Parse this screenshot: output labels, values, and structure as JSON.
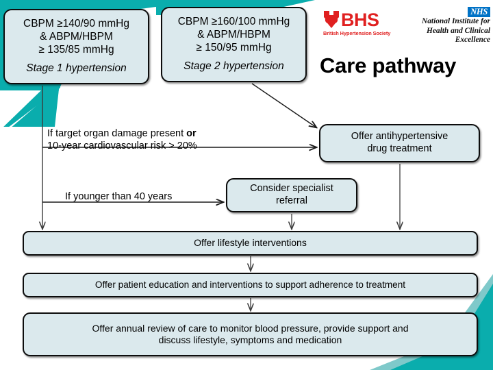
{
  "slide": {
    "title": "Care pathway",
    "theme": {
      "teal": "#0aadad",
      "teal_light": "#7fc9ca",
      "box_fill": "#dbe9ed",
      "box_border": "#0c0c0c",
      "nhs_blue": "#0072c6",
      "bhs_red": "#e02020"
    }
  },
  "logos": {
    "bhs": {
      "acronym": "BHS",
      "strapline": "British Hypertension Society"
    },
    "nice": {
      "nhs_badge": "NHS",
      "line1": "National Institute for",
      "line2": "Health and Clinical Excellence"
    }
  },
  "nodes": {
    "stage1": {
      "line1": "CBPM ≥140/90 mmHg",
      "line2": "& ABPM/HBPM",
      "line3": "≥ 135/85 mmHg",
      "label": "Stage 1 hypertension"
    },
    "stage2": {
      "line1": "CBPM ≥160/100 mmHg",
      "line2": "& ABPM/HBPM",
      "line3": "≥ 150/95 mmHg",
      "label": "Stage 2 hypertension"
    },
    "drug": {
      "line1": "Offer antihypertensive",
      "line2": "drug treatment"
    },
    "referral": {
      "line1": "Consider specialist",
      "line2": "referral"
    },
    "lifestyle": {
      "text": "Offer lifestyle interventions"
    },
    "education": {
      "text": "Offer patient education and interventions to support adherence to treatment"
    },
    "annual": {
      "line1": "Offer annual review of care to monitor blood pressure, provide support and",
      "line2": "discuss lifestyle, symptoms and medication"
    }
  },
  "branches": {
    "organ_damage": {
      "line1_a": "If target organ damage present",
      "line1_b": "or",
      "line2": "10-year cardiovascular  risk > 20%"
    },
    "younger": {
      "text": "If younger than 40 years"
    }
  }
}
